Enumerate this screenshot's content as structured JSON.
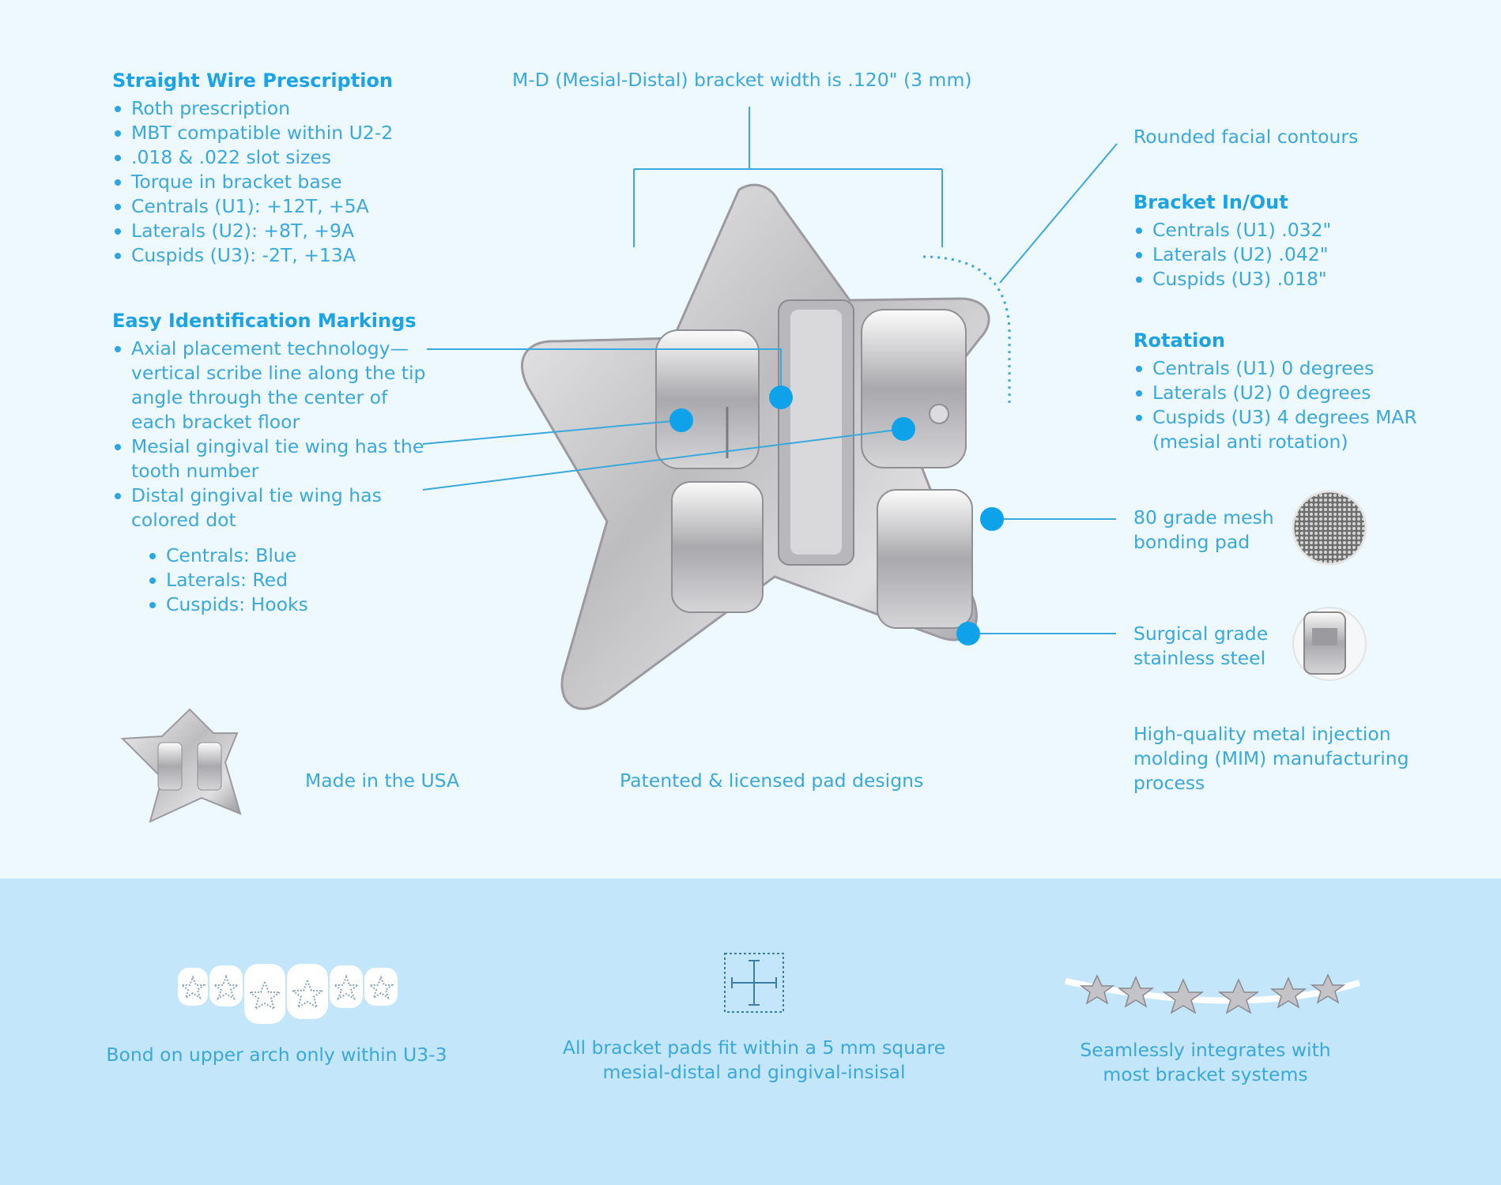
{
  "colors": {
    "accent": "#1ba3e6",
    "text": "#3aa8dc",
    "dot": "#0ea2ea",
    "top_bg": "#eef8ff",
    "bottom_bg": "#c3e6fb",
    "metal": "#c9c9cc"
  },
  "left": {
    "prescription": {
      "heading": "Straight Wire Prescription",
      "items": [
        "Roth prescription",
        "MBT compatible within U2-2",
        ".018 & .022 slot sizes",
        "Torque in bracket base",
        "Centrals (U1): +12T, +5A",
        "Laterals (U2): +8T, +9A",
        "Cuspids (U3): -2T, +13A"
      ]
    },
    "markings": {
      "heading": "Easy Identification Markings",
      "items": [
        "Axial placement technology—vertical scribe line along the tip angle through the center of each bracket floor",
        "Mesial gingival tie wing has the tooth number",
        "Distal gingival tie wing has colored dot"
      ],
      "sub_items": [
        "Centrals: Blue",
        "Laterals: Red",
        "Cuspids: Hooks"
      ]
    }
  },
  "top_label": "M-D (Mesial-Distal) bracket width is .120\" (3 mm)",
  "right": {
    "contours": "Rounded facial contours",
    "inout": {
      "heading": "Bracket In/Out",
      "items": [
        "Centrals (U1) .032\"",
        "Laterals (U2) .042\"",
        "Cuspids (U3) .018\""
      ]
    },
    "rotation": {
      "heading": "Rotation",
      "items": [
        "Centrals (U1) 0 degrees",
        "Laterals (U2) 0 degrees",
        "Cuspids (U3) 4 degrees MAR (mesial anti rotation)"
      ]
    },
    "mesh": "80 grade mesh bonding pad",
    "steel": "Surgical grade stainless steel",
    "mim": "High-quality metal injection molding (MIM) manufacturing process"
  },
  "bottom_row": {
    "usa": "Made in the USA",
    "patented": "Patented & licensed pad designs"
  },
  "features": [
    {
      "icon": "upper-arch-teeth-icon",
      "text": "Bond on upper arch only within U3-3"
    },
    {
      "icon": "square-pad-icon",
      "text": "All bracket pads fit within a 5 mm square mesial-distal and gingival-insisal"
    },
    {
      "icon": "bracket-arch-wire-icon",
      "text": "Seamlessly integrates with most bracket systems"
    }
  ]
}
